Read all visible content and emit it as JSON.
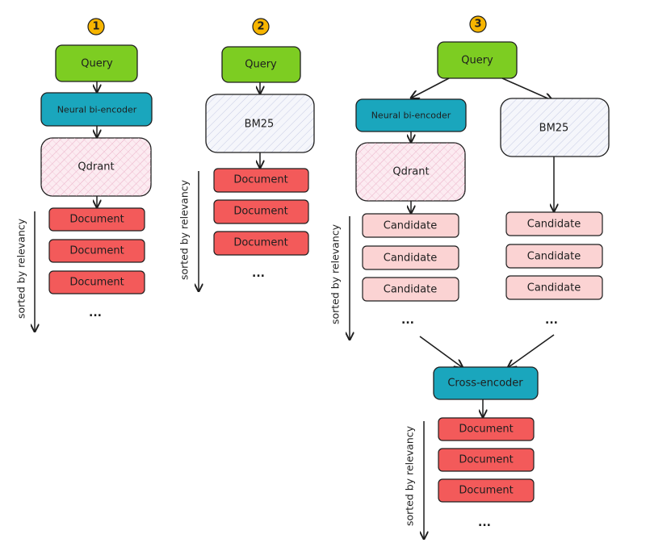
{
  "panels": [
    {
      "badge": "1",
      "query": "Query",
      "encoder": "Neural bi-encoder",
      "store": "Qdrant",
      "results": [
        "Document",
        "Document",
        "Document"
      ],
      "more": "...",
      "axis": "sorted by relevancy"
    },
    {
      "badge": "2",
      "query": "Query",
      "store": "BM25",
      "results": [
        "Document",
        "Document",
        "Document"
      ],
      "more": "...",
      "axis": "sorted by relevancy"
    },
    {
      "badge": "3",
      "query": "Query",
      "encoder": "Neural bi-encoder",
      "store": "Qdrant",
      "store2": "BM25",
      "candidates_left": [
        "Candidate",
        "Candidate",
        "Candidate"
      ],
      "more_left": "...",
      "candidates_right": [
        "Candidate",
        "Candidate",
        "Candidate"
      ],
      "more_right": "...",
      "axis": "sorted by relevancy",
      "reranker": "Cross-encoder",
      "results": [
        "Document",
        "Document",
        "Document"
      ],
      "more": "...",
      "axis2": "sorted by relevancy"
    }
  ],
  "colors": {
    "badge": "#f7b500",
    "query": "#7dcd22",
    "encoder": "#1aa6bd",
    "document": "#f35a5a",
    "candidate": "#fbd3d3",
    "store_qdrant": "#f6d6e2",
    "store_bm25": "#eef1f8"
  }
}
